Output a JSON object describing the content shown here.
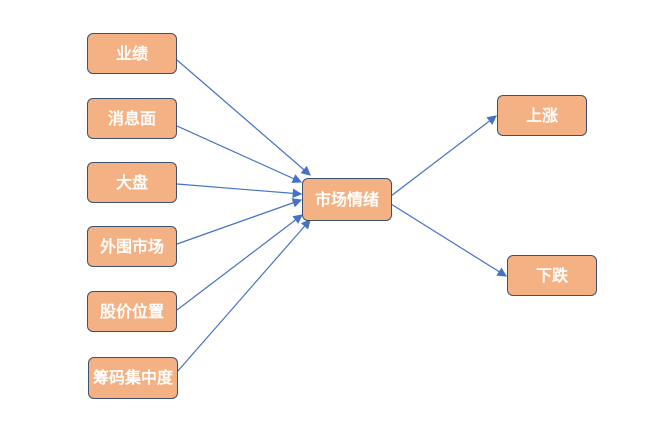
{
  "inputs": [
    "业绩",
    "消息面",
    "大盘",
    "外围市场",
    "股价位置",
    "筹码集中度"
  ],
  "center": "市场情绪",
  "outputs": [
    "上涨",
    "下跌"
  ],
  "colors": {
    "fill": "#F4B183",
    "border": "#3F5170",
    "arrow": "#4472C4",
    "text": "#FFFFFF"
  }
}
